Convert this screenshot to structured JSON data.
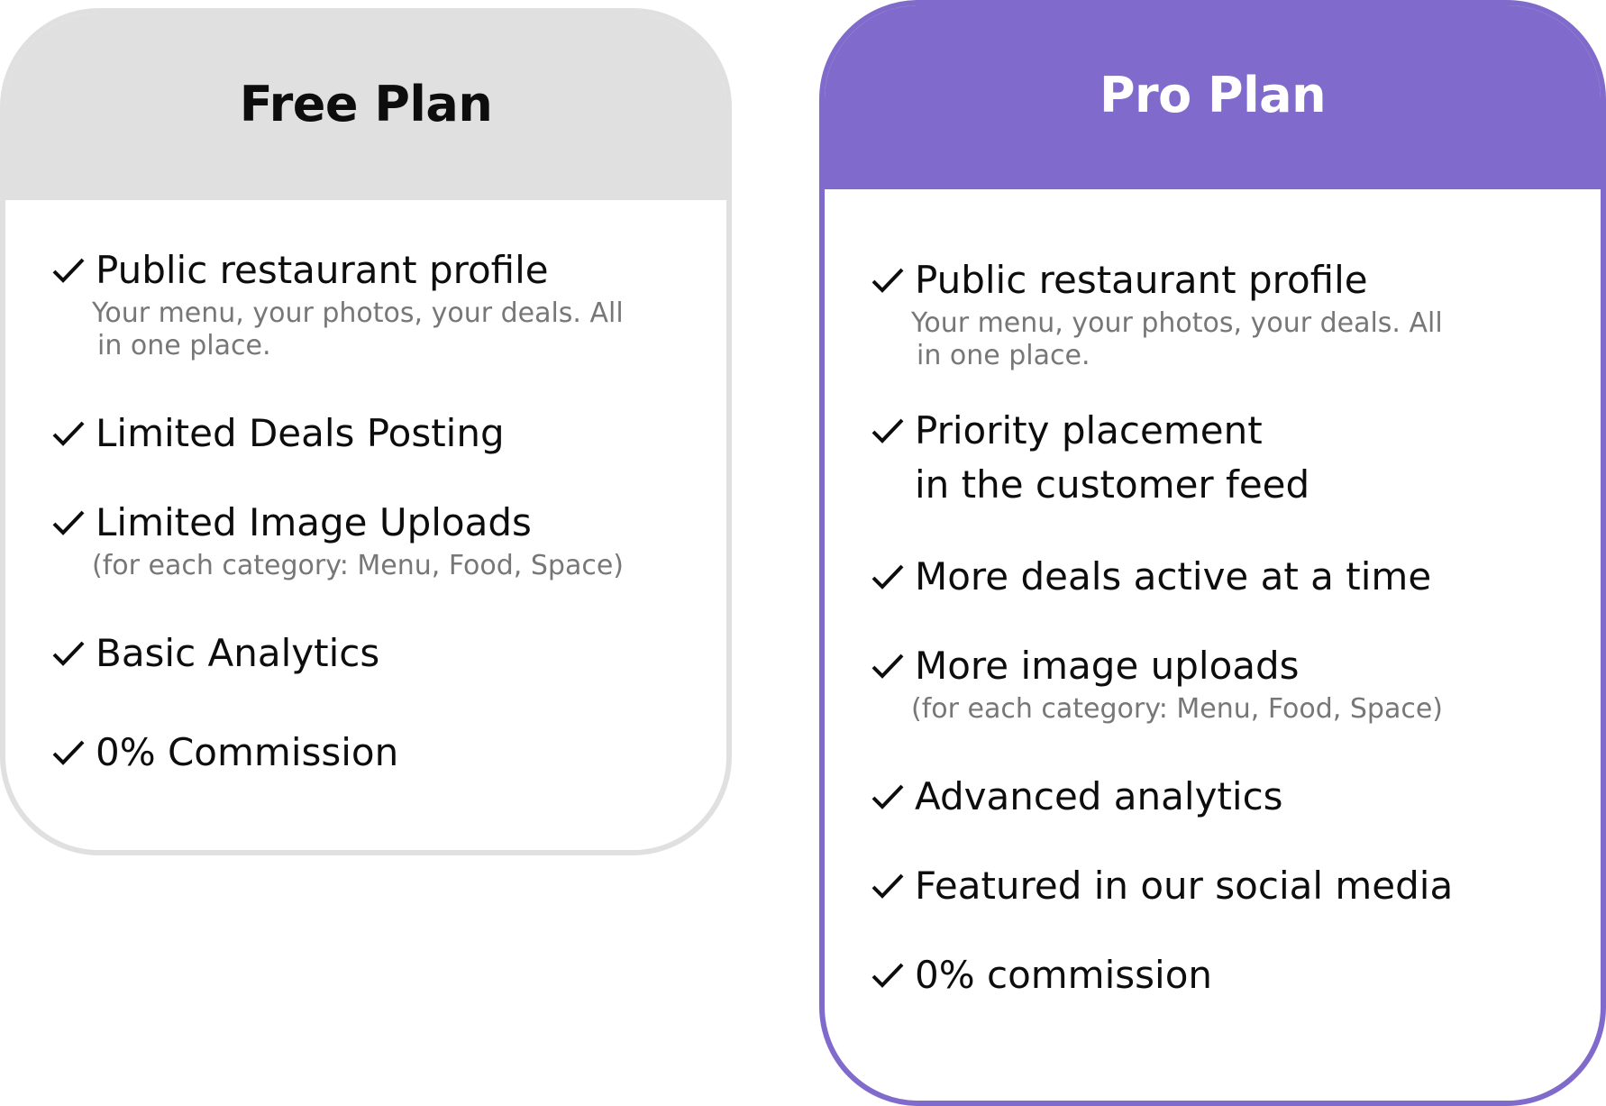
{
  "plans": [
    {
      "title": "Free Plan",
      "header_color": "#e0e0e0",
      "features": [
        {
          "label": "Public restaurant profile",
          "note_line1": "Your menu, your photos, your deals. All",
          "note_line2": "in one place."
        },
        {
          "label": "Limited Deals Posting"
        },
        {
          "label": "Limited Image Uploads",
          "note_line1": "(for each category: Menu, Food, Space)"
        },
        {
          "label": "Basic Analytics"
        },
        {
          "label": "0% Commission"
        }
      ]
    },
    {
      "title": "Pro Plan",
      "header_color": "#806bcc",
      "features": [
        {
          "label": "Public restaurant profile",
          "note_line1": "Your menu, your photos, your deals. All",
          "note_line2": "in one place."
        },
        {
          "label": "Priority placement",
          "label_line2": "in the customer feed"
        },
        {
          "label": "More deals active at a time"
        },
        {
          "label": "More image uploads",
          "note_line1": "(for each category: Menu, Food, Space)"
        },
        {
          "label": "Advanced analytics"
        },
        {
          "label": "Featured in our social media"
        },
        {
          "label": "0% commission"
        }
      ]
    }
  ],
  "icons": {
    "check": "checkmark-icon"
  }
}
